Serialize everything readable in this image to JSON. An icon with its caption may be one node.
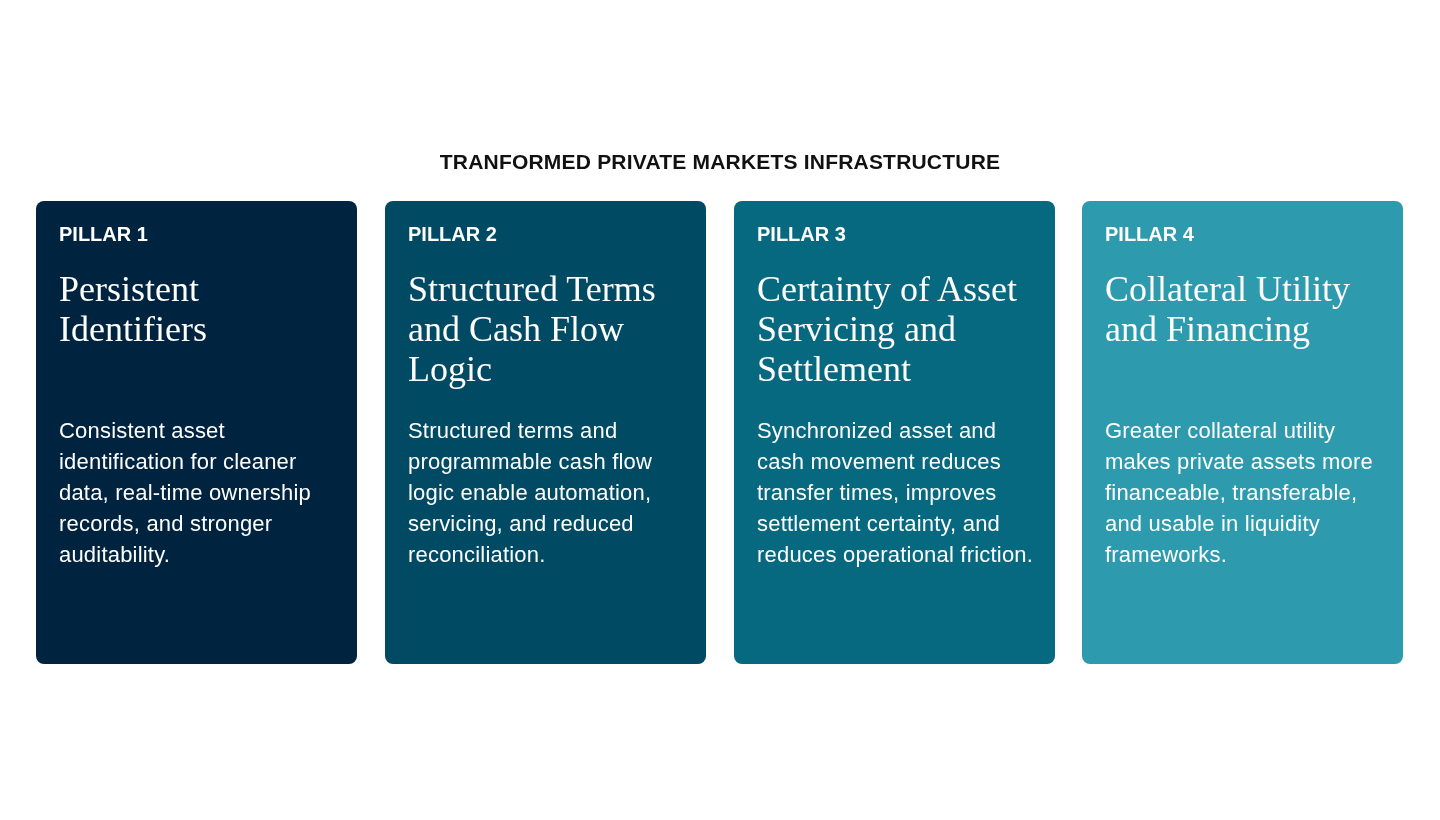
{
  "diagram": {
    "title": "TRANFORMED PRIVATE MARKETS INFRASTRUCTURE",
    "nodes": [
      {
        "text": [
          "PILLAR 1",
          "Persistent Identifiers",
          "Consistent asset identification for cleaner data, real-time ownership records, and stronger auditability."
        ]
      },
      {
        "text": [
          "PILLAR 2",
          "Structured Terms and Cash Flow Logic",
          "Structured terms and programmable cash flow logic enable automation, servicing, and reduced reconciliation."
        ]
      },
      {
        "text": [
          "PILLAR 3",
          "Certainty of Asset Servicing and Settlement",
          "Synchronized asset and cash movement reduces transfer times, improves settlement certainty, and reduces operational friction."
        ]
      },
      {
        "text": [
          "PILLAR 4",
          "Collateral Utility and Financing",
          "Greater collateral utility makes private assets more financeable, transferable, and usable in liquidity frameworks."
        ]
      }
    ]
  }
}
